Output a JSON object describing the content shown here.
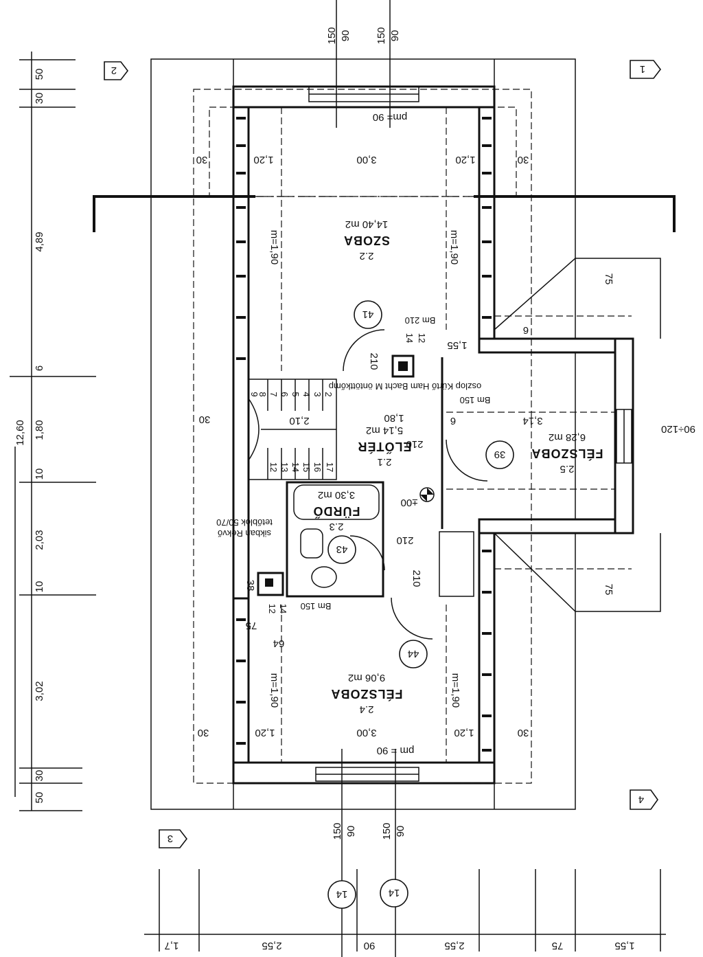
{
  "sheet_markers": [
    "1",
    "2",
    "3",
    "4"
  ],
  "section_marks": [
    "14",
    "14"
  ],
  "door_tags": [
    "41",
    "39",
    "43",
    "44"
  ],
  "rooms": [
    {
      "id": "2.2",
      "name": "SZOBA",
      "area": "14,40 m2"
    },
    {
      "id": "2.1",
      "name": "ELŐTÉR",
      "area": "5,14 m2"
    },
    {
      "id": "2.5",
      "name": "FÉLSZOBA",
      "area": "6,28 m2"
    },
    {
      "id": "2.3",
      "name": "FÜRDŐ",
      "area": "3,30 m2"
    },
    {
      "id": "2.4",
      "name": "FÉLSZOBA",
      "area": "9,06 m2"
    }
  ],
  "notes": {
    "pm_top": "pm= 90",
    "pm_bottom": "pm = 90",
    "m_190": "m=1,90",
    "bm150": "Bm 150",
    "bm210": "Bm 210",
    "chimney": "oszlop Kürtő Ham Bacht M öntöttkőmp",
    "bathroom_note_1": "sikban Rekvő",
    "bathroom_note_2": "tetőblok 50/70",
    "elev": "±00"
  },
  "dimensions": {
    "top_90": "90",
    "top_150": "150",
    "left_col": [
      "50",
      "30",
      "4,89",
      "6",
      "1,80",
      "10",
      "2,03",
      "10",
      "3,02",
      "30",
      "50"
    ],
    "total": "12,60",
    "room_30": "30",
    "room_120": "1,20",
    "room_300": "3,00",
    "d_75": "75",
    "d_6": "6",
    "d_155": "1,55",
    "d_12": "12",
    "d_14": "14",
    "d_210": "210",
    "d_180": "1,80",
    "d_314": "3,14",
    "d_9012": "90÷120",
    "d_38": "38",
    "d_64": "64",
    "d_75b": "75",
    "stair_210": "2,10",
    "stairs": [
      "2",
      "3",
      "4",
      "5",
      "6",
      "7",
      "8",
      "9",
      "12",
      "13",
      "14",
      "15",
      "16",
      "17"
    ],
    "bottom": [
      "1,55",
      "75",
      "2,55",
      "90",
      "2,55",
      "1,7"
    ]
  }
}
